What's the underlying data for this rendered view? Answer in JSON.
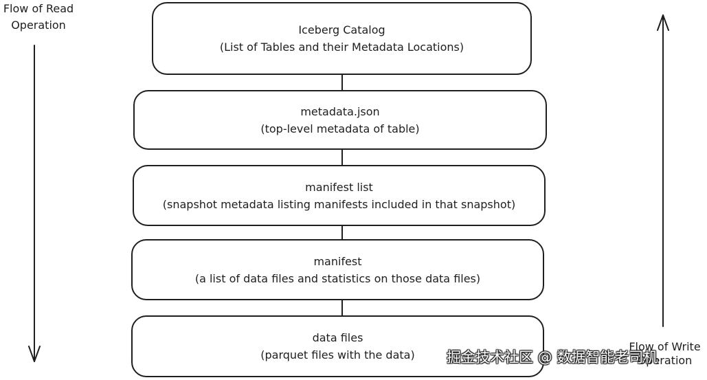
{
  "left_label": {
    "line1": "Flow of Read",
    "line2": "Operation"
  },
  "right_label": {
    "line1": "Flow of Write",
    "line2": "Operation"
  },
  "layers": [
    {
      "title": "Iceberg Catalog",
      "description": "(List of Tables and their Metadata Locations)"
    },
    {
      "title": "metadata.json",
      "description": "(top-level metadata of table)"
    },
    {
      "title": "manifest list",
      "description": "(snapshot metadata listing manifests included in that snapshot)"
    },
    {
      "title": "manifest",
      "description": "(a list of data files and statistics on those data files)"
    },
    {
      "title": "data files",
      "description": "(parquet files with the data)"
    }
  ],
  "watermark": "掘金技术社区 @ 数据智能老司机"
}
